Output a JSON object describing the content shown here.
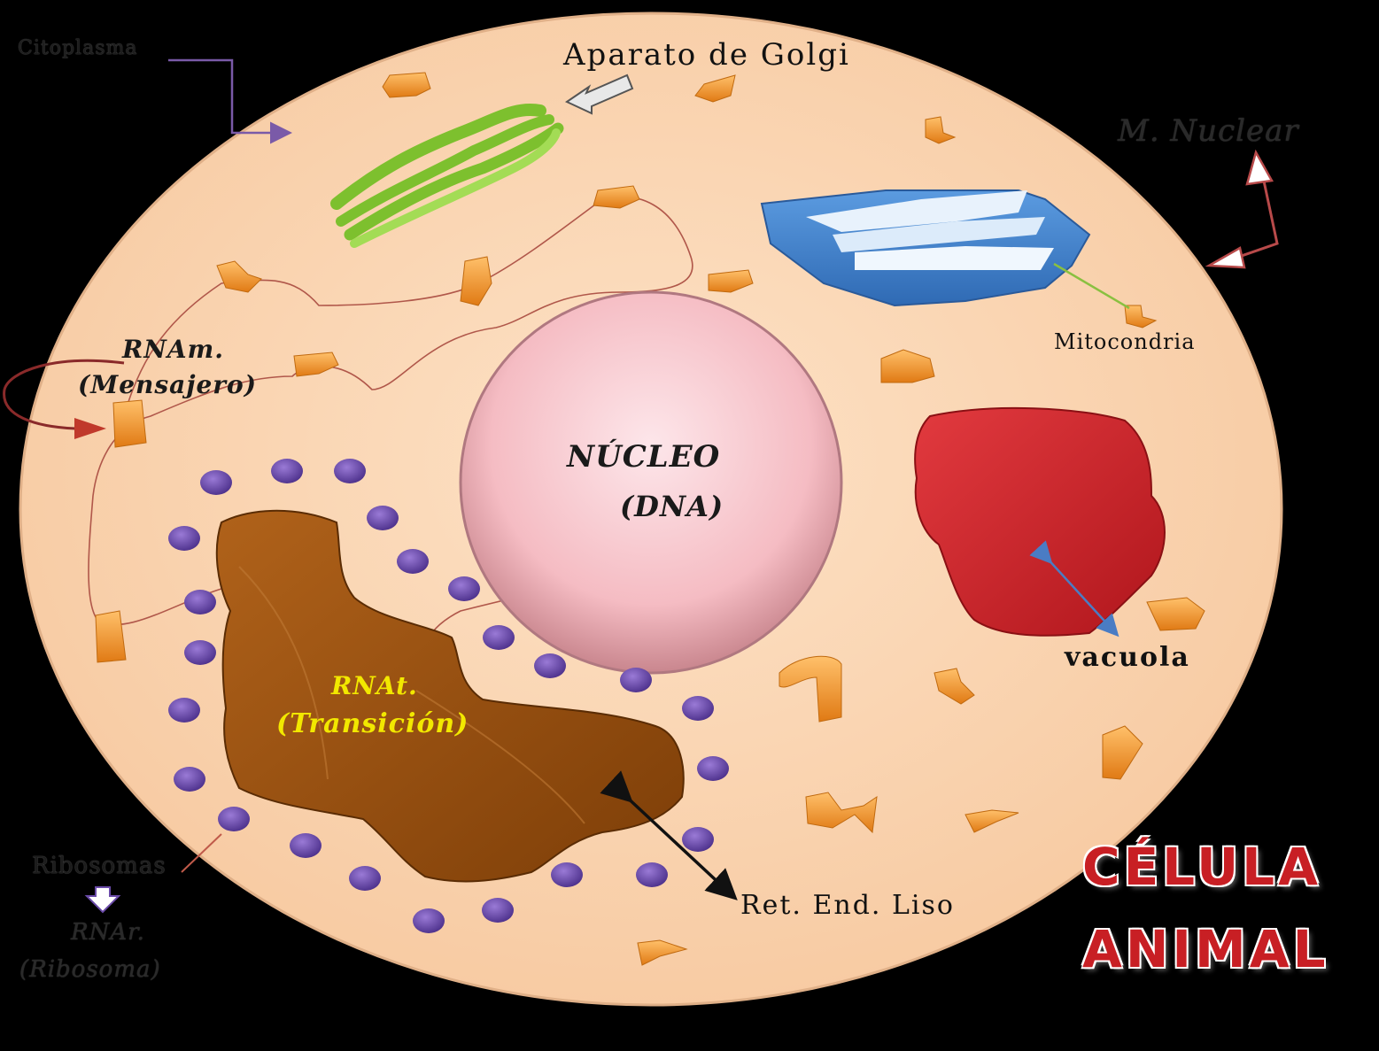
{
  "labels": {
    "cytoplasm": "Citoplasma",
    "golgi": "Aparato de Golgi",
    "nuclear_membrane": "M. Nuclear",
    "mitochondria": "Mitocondria",
    "mrna_line1": "RNAm.",
    "mrna_line2": "(Mensajero)",
    "nucleus_line1": "NÚCLEO",
    "nucleus_line2": "(DNA)",
    "vacuole": "vacuola",
    "trna_line1": "RNAt.",
    "trna_line2": "(Transición)",
    "ribosomes": "Ribosomas",
    "rrna_line1": "RNAr.",
    "rrna_line2": "(Ribosoma)",
    "ser": "Ret. End. Liso",
    "title_line1": "CÉLULA",
    "title_line2": "ANIMAL"
  },
  "colors": {
    "background": "#000000",
    "cytoplasm": "#fbd4b0",
    "cytoplasm_edge": "#e8b48c",
    "nucleus": "#f8c8cc",
    "golgi": "#8ccc3a",
    "mitochondria": "#4a8ad0",
    "vacuole": "#d2262c",
    "reticulum": "#9a4f10",
    "ribosome": "#6a4aa8",
    "organelle": "#f29a2e",
    "title": "#c81f24"
  }
}
